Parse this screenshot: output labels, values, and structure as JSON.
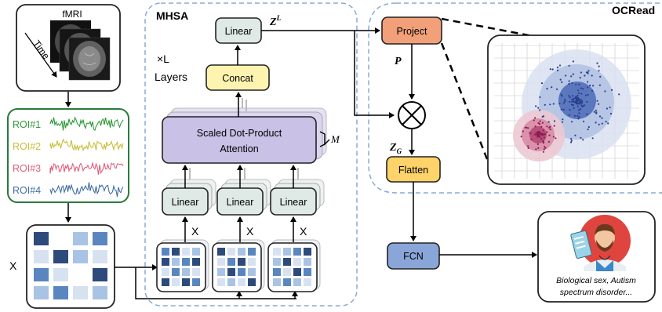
{
  "diagram": {
    "fmri_label": "fMRI",
    "time_label": "Time",
    "rois": [
      {
        "label": "ROI#1",
        "color": "#2e9a3a"
      },
      {
        "label": "ROI#2",
        "color": "#c9bd3a"
      },
      {
        "label": "ROI#3",
        "color": "#e0607a"
      },
      {
        "label": "ROI#4",
        "color": "#3f6ea8"
      }
    ],
    "x_label": "X",
    "mhsa": {
      "title": "MHSA",
      "layers_prefix": "×L",
      "layers_label": "Layers",
      "linear_label": "Linear",
      "concat_label": "Concat",
      "attention_line1": "Scaled Dot-Product",
      "attention_line2": "Attention",
      "heads_label": "M",
      "x_inputs": [
        "X",
        "X",
        "X"
      ],
      "zl_base": "Z",
      "zl_sup": "L"
    },
    "ocread": {
      "title": "OCRead",
      "project_label": "Project",
      "p_label": "P",
      "zg_base": "Z",
      "zg_sub": "G",
      "flatten_label": "Flatten"
    },
    "fcn_label": "FCN",
    "output_line1": "Biological sex, Autism",
    "output_line2": "spectrum disorder...",
    "colors": {
      "linear": "#dfe9e5",
      "concat": "#fff3b0",
      "attention": "#c9c1e6",
      "project": "#f2a07a",
      "flatten": "#fdd36a",
      "fcn": "#8aa6d9",
      "dashed_border": "#8aa9d6",
      "matrix_dark": "#2d4a7a",
      "matrix_mid": "#5a86c0",
      "matrix_light": "#a9c3e4",
      "matrix_pale": "#d7e2f1"
    }
  }
}
